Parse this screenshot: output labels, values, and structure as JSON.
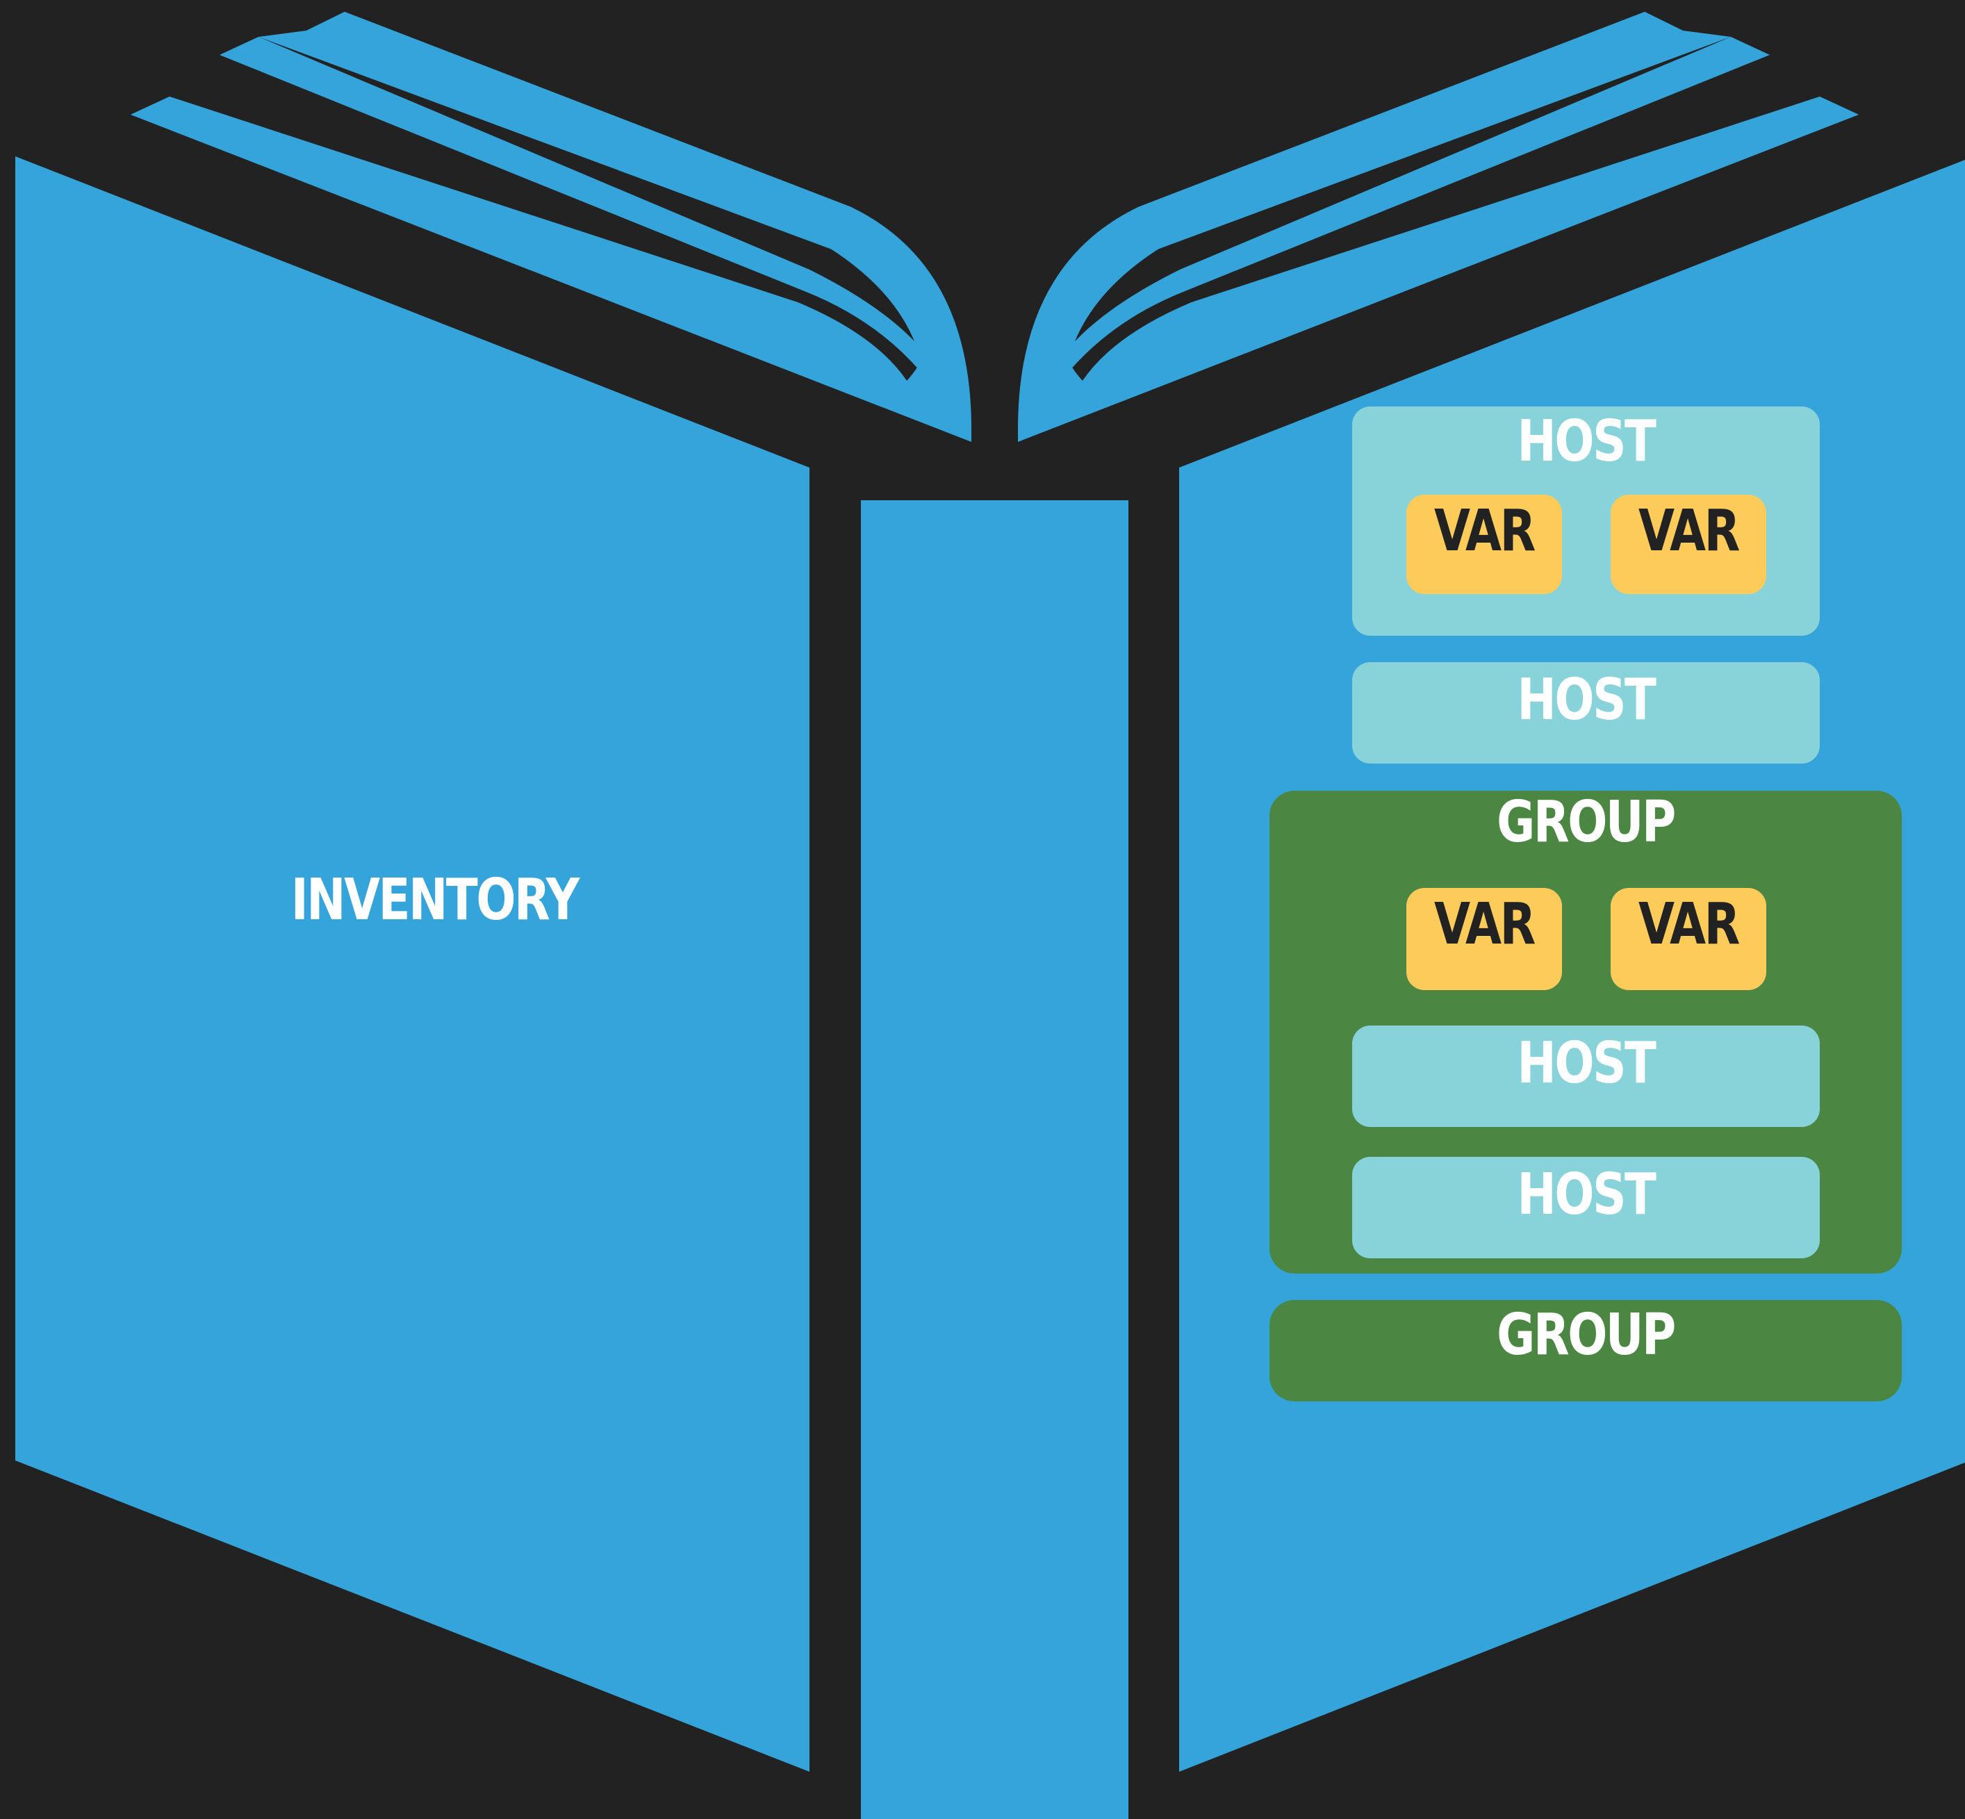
{
  "colors": {
    "background": "#222222",
    "book_blue": "#34a4da",
    "host": "#87d3d9",
    "group": "#4b8742",
    "var": "#fdcb5a",
    "text_light": "#ffffff",
    "text_dark": "#222222"
  },
  "cover": {
    "title": "INVENTORY"
  },
  "page": {
    "host_with_vars": {
      "label": "HOST",
      "vars": [
        "VAR",
        "VAR"
      ]
    },
    "host_plain": {
      "label": "HOST"
    },
    "group_full": {
      "label": "GROUP",
      "vars": [
        "VAR",
        "VAR"
      ],
      "hosts": [
        "HOST",
        "HOST"
      ]
    },
    "group_plain": {
      "label": "GROUP"
    }
  }
}
